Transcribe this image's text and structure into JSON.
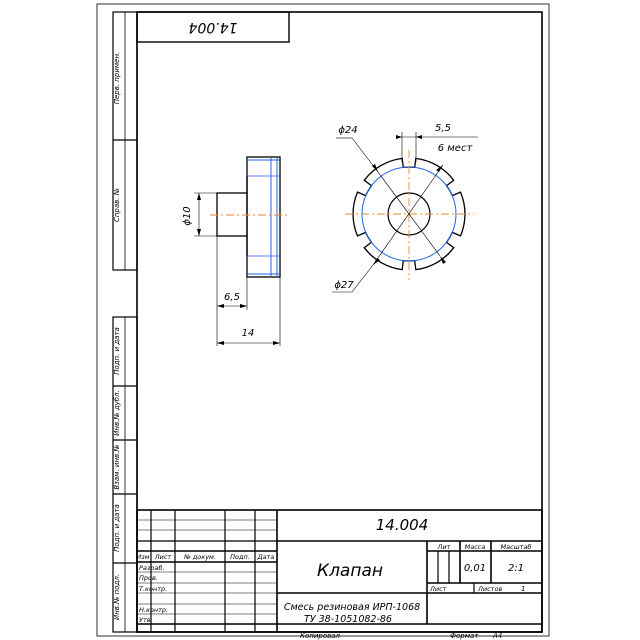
{
  "drawing": {
    "number": "14.004",
    "number_rotated": "14.004",
    "part_name": "Клапан",
    "material_line1": "Смесь резиновая ИРП-1068",
    "material_line2": "ТУ 38-1051082-86",
    "copied": "Копировал",
    "format_label": "Формат",
    "format_value": "А4"
  },
  "side_strip": {
    "perv_primen": "Перв. примен.",
    "sprav_no": "Справ. №",
    "podp_data_1": "Подп. и дата",
    "inv_dubl": "Инв.№ дубл.",
    "vzam_inv": "Взам. инв.№",
    "podp_data_2": "Подп. и дата",
    "inv_podl": "Инв.№ подл."
  },
  "title_block": {
    "col_izm": "Изм",
    "col_list": "Лист",
    "col_doc": "№ докум.",
    "col_podp": "Подп.",
    "col_data": "Дата",
    "row_razrab": "Разраб.",
    "row_prov": "Пров.",
    "row_tkontr": "Т.контр.",
    "row_nkontr": "Н.контр.",
    "row_utv": "Утв.",
    "lit_label": "Лит",
    "massa_label": "Масса",
    "masshtab_label": "Масштаб",
    "massa_value": "0,01",
    "masshtab_value": "2:1",
    "list_label": "Лист",
    "listov_label": "Листов",
    "listov_value": "1"
  },
  "dimensions": {
    "d24": "ϕ24",
    "d27": "ϕ27",
    "d10": "ϕ10",
    "w55": "5,5",
    "six_places": "6 мест",
    "l65": "6,5",
    "l14": "14"
  }
}
